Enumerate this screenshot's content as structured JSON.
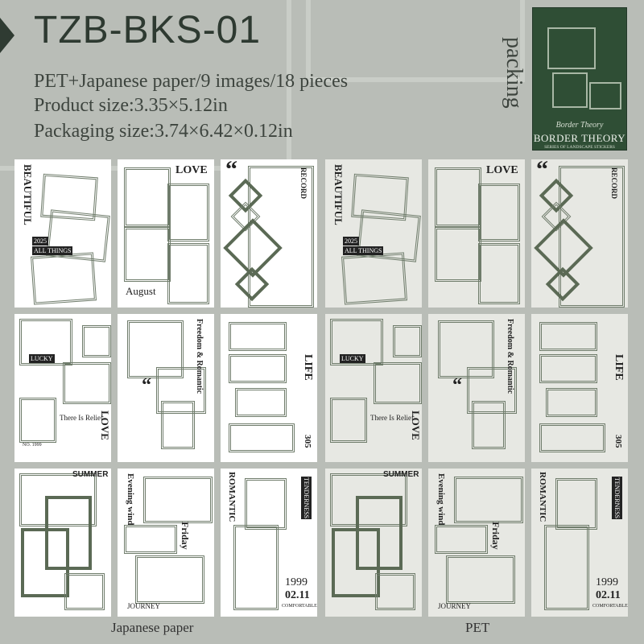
{
  "title": "TZB-BKS-01",
  "specs": [
    "PET+Japanese paper/9 images/18 pieces",
    "Product size:3.35×5.12in",
    "Packaging size:3.74×6.42×0.12in"
  ],
  "packing_label": "packing",
  "package": {
    "script": "Border Theory",
    "main": "BORDER THEORY",
    "sub": "SERIES OF LANDSCAPE STICKERS"
  },
  "card_texts": {
    "beautiful": "BEAUTIFUL",
    "year": "2025",
    "all_things": "ALL THINGS",
    "love": "LOVE",
    "august": "August",
    "quote": "“",
    "record": "RECORD",
    "freedom": "Freedom & Romantic",
    "life": "LIFE",
    "there_is_relief": "There Is Relief",
    "lucky": "LUCKY",
    "no": "NO. 1999",
    "num": "305",
    "summer": "SUMMER",
    "evening": "Evening wind",
    "friday": "Friday",
    "romantic": "ROMANTIC",
    "tenderness": "TENDERNESS",
    "y1999": "1999",
    "d0211": "02.11",
    "comfortable": "COMFORTABLE",
    "journey": "JOURNEY"
  },
  "captions": {
    "japanese": "Japanese paper",
    "pet": "PET"
  },
  "colors": {
    "background": "#b9bdb7",
    "package_green": "#2f4e35",
    "frame_green": "#6f7c6b"
  }
}
